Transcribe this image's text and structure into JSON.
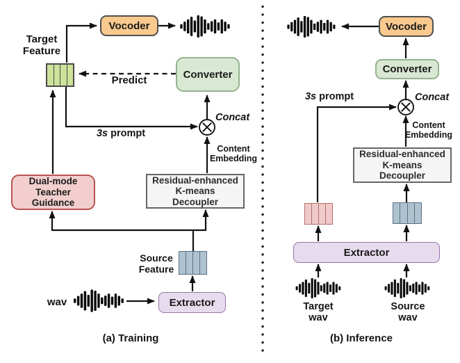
{
  "figure": {
    "colors": {
      "vocoder_fill": "#F9C98D",
      "vocoder_border": "#4F4F4F",
      "converter_fill": "#D9E8D3",
      "converter_border": "#93B28E",
      "guidance_fill": "#F2CECE",
      "guidance_border": "#B85450",
      "decoupler_fill": "#F5F5F5",
      "decoupler_border": "#666666",
      "extractor_fill": "#E7DBEE",
      "extractor_border": "#9673A6",
      "feature_green": "#CDE29A",
      "feature_green_border": "#4A4A4A",
      "feature_pink": "#F0C9C9",
      "feature_pink_border": "#B27070",
      "feature_blue": "#AEC2D0",
      "feature_blue_border": "#5B7083",
      "line": "#111111"
    },
    "icons": {
      "waveform": "audio-waveform-icon",
      "concat_node": "circle-cross-concat-icon",
      "divider": "vertical-dotted-divider"
    },
    "panel_a": {
      "caption": "(a) Training",
      "vocoder": "Vocoder",
      "converter": "Converter",
      "guidance": [
        "Dual-mode",
        "Teacher",
        "Guidance"
      ],
      "decoupler": [
        "Residual-enhanced",
        "K-means",
        "Decoupler"
      ],
      "extractor": "Extractor",
      "target_feature": [
        "Target",
        "Feature"
      ],
      "source_feature": [
        "Source",
        "Feature"
      ],
      "predict": "Predict",
      "prompt_time": "3s",
      "prompt_word": "prompt",
      "concat": "Concat",
      "content_embedding": [
        "Content",
        "Embedding"
      ],
      "wav": "wav"
    },
    "panel_b": {
      "caption": "(b) Inference",
      "vocoder": "Vocoder",
      "converter": "Converter",
      "decoupler": [
        "Residual-enhanced",
        "K-means",
        "Decoupler"
      ],
      "extractor": "Extractor",
      "prompt_time": "3s",
      "prompt_word": "prompt",
      "concat": "Concat",
      "content_embedding": [
        "Content",
        "Embedding"
      ],
      "target_wav": [
        "Target",
        "wav"
      ],
      "source_wav": [
        "Source",
        "wav"
      ]
    }
  }
}
